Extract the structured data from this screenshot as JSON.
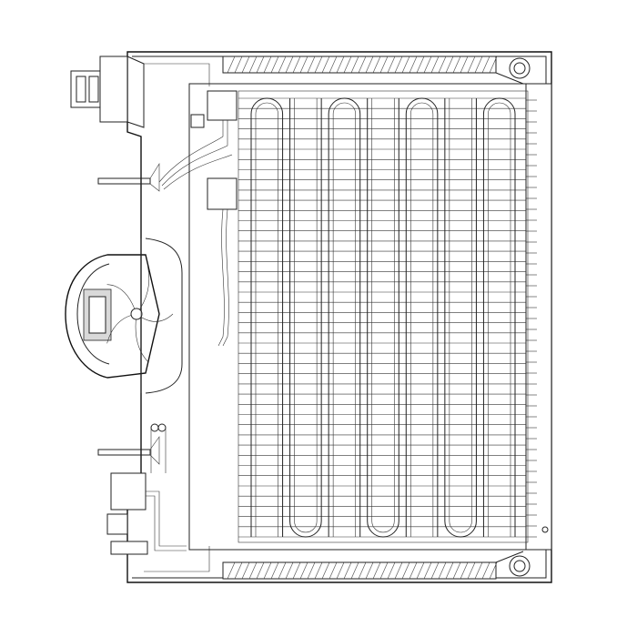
{
  "drawing": {
    "style": "monochrome line-art technical drawing",
    "stroke_color": "#222222",
    "background_color": "#ffffff",
    "components": {
      "heat_exchanger_coil": {
        "tube_passes": 7,
        "fin_count": 44
      },
      "fan_assembly": {
        "blade_count": 5
      },
      "mounting_brackets": {
        "count": 4
      },
      "corner_bolts": {
        "count": 2
      },
      "hatched_rails": {
        "count": 2
      }
    }
  }
}
